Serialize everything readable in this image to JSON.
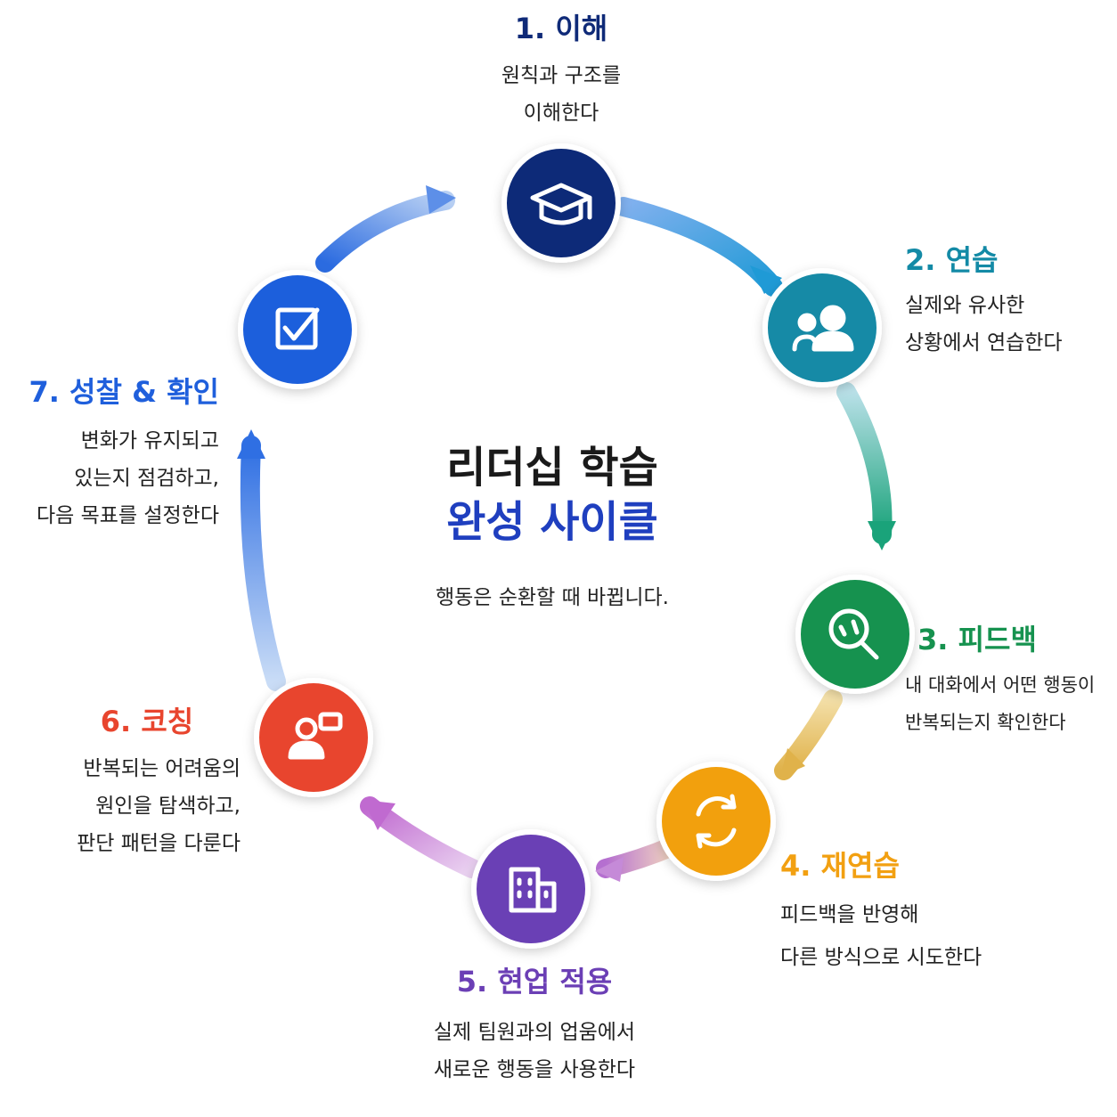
{
  "center": {
    "title_line1": "리더십 학습",
    "title_line2": "완성 사이클",
    "subtitle": "행동은 순환할 때 바뀝니다."
  },
  "steps": [
    {
      "title": "1. 이해",
      "desc": [
        "원칙과 구조를",
        "이해한다"
      ],
      "color": "#0f2a78",
      "icon": "graduation-cap-icon"
    },
    {
      "title": "2. 연습",
      "desc": [
        "실제와 유사한",
        "상황에서 연습한다"
      ],
      "color": "#138aa6",
      "icon": "people-icon"
    },
    {
      "title": "3. 피드백",
      "desc": [
        "내 대화에서 어떤 행동이",
        "반복되는지 확인한다"
      ],
      "color": "#16924f",
      "icon": "magnifier-icon"
    },
    {
      "title": "4. 재연습",
      "desc": [
        "피드백을 반영해",
        "다른 방식으로 시도한다"
      ],
      "color": "#f2a011",
      "icon": "refresh-icon"
    },
    {
      "title": "5. 현업 적용",
      "desc": [
        "실제 팀원과의 업움에서",
        "새로운 행동을 사용한다"
      ],
      "color": "#6b3fb5",
      "icon": "building-icon"
    },
    {
      "title": "6. 코칭",
      "desc": [
        "반복되는 어려움의",
        "원인을 탐색하고,",
        "판단 패턴을 다룬다"
      ],
      "color": "#e8452e",
      "icon": "coach-icon"
    },
    {
      "title": "7. 성찰 & 확인",
      "desc": [
        "변화가 유지되고",
        "있는지 점검하고,",
        "다음 목표를 설정한다"
      ],
      "color": "#1f5fdc",
      "icon": "checkbox-icon"
    }
  ]
}
